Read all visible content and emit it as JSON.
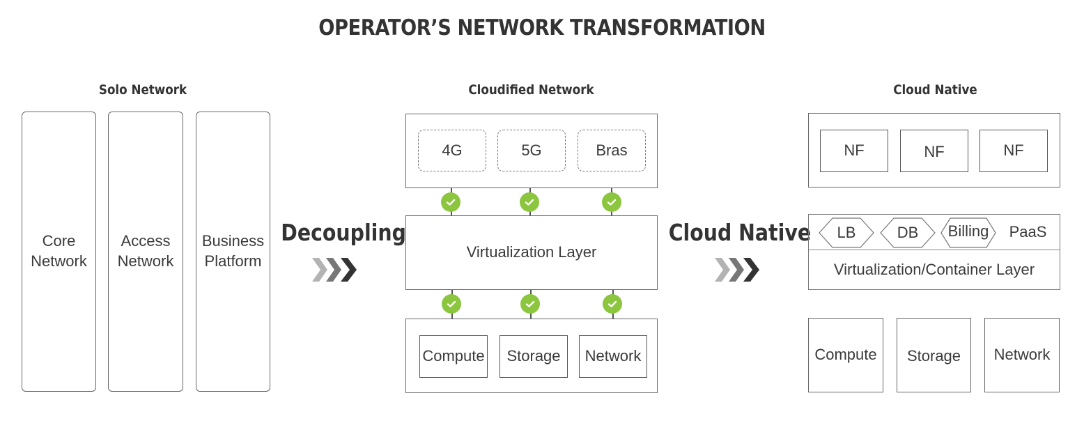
{
  "title": "OPERATOR’S NETWORK TRANSFORMATION",
  "solo": {
    "heading": "Solo Network",
    "items": [
      {
        "line1": "Core",
        "line2": "Network"
      },
      {
        "line1": "Access",
        "line2": "Network"
      },
      {
        "line1": "Business",
        "line2": "Platform"
      }
    ]
  },
  "transition1": {
    "label": "Decoupling",
    "icon": "triple-chevron-right-icon"
  },
  "cloudified": {
    "heading": "Cloudified Network",
    "functions": [
      "4G",
      "5G",
      "Bras"
    ],
    "virtualization_label": "Virtualization Layer",
    "resources": [
      "Compute",
      "Storage",
      "Network"
    ],
    "check_icon": "check-circle-icon"
  },
  "transition2": {
    "label": "Cloud Native",
    "icon": "triple-chevron-right-icon"
  },
  "cloud_native": {
    "heading": "Cloud Native",
    "nfs": [
      "NF",
      "NF",
      "NF"
    ],
    "paas_services": [
      "LB",
      "DB",
      "Billing"
    ],
    "paas_label": "PaaS",
    "container_layer": "Virtualization/Container Layer",
    "resources": [
      "Compute",
      "Storage",
      "Network"
    ]
  },
  "colors": {
    "check_green": "#8cc63f",
    "chevron_light": "#b3b3b3",
    "chevron_mid": "#777777",
    "chevron_dark": "#333333",
    "text_dark": "#333333"
  }
}
